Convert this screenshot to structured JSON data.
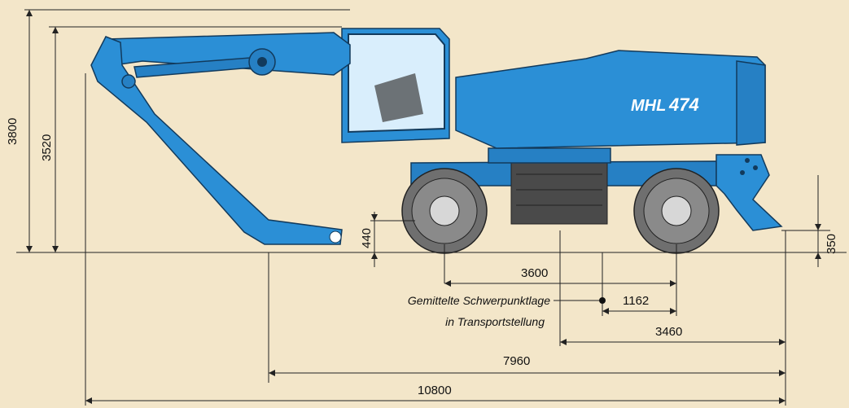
{
  "machine": {
    "model_prefix": "MHL",
    "model_number": "474"
  },
  "dimensions": {
    "total_height": "3800",
    "cab_height": "3520",
    "ground_clearance": "440",
    "outrigger_clearance": "350",
    "wheelbase": "3600",
    "cog_to_rear_axle": "1162",
    "rear_axle_to_end": "3460",
    "front_to_end": "7960",
    "total_length": "10800"
  },
  "notes": {
    "center_of_gravity_line1": "Gemittelte Schwerpunktlage",
    "center_of_gravity_line2": "in Transportstellung"
  },
  "colors": {
    "background": "#f3e6c9",
    "machine_blue": "#2b8fd6",
    "outline": "#123a5c"
  }
}
